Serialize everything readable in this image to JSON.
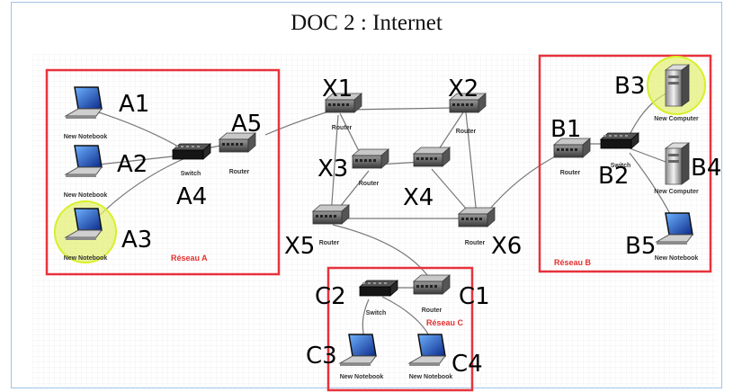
{
  "title": "DOC 2 : Internet",
  "colors": {
    "network_box": "#e8323c",
    "highlight": "#d8f02a",
    "cable": "#777777",
    "frame": "#9ec2e6"
  },
  "networks": {
    "a": "Réseau A",
    "b": "Réseau B",
    "c": "Réseau C"
  },
  "labels": {
    "A1": "A1",
    "A2": "A2",
    "A3": "A3",
    "A4": "A4",
    "A5": "A5",
    "B1": "B1",
    "B2": "B2",
    "B3": "B3",
    "B4": "B4",
    "B5": "B5",
    "C1": "C1",
    "C2": "C2",
    "C3": "C3",
    "C4": "C4",
    "X1": "X1",
    "X2": "X2",
    "X3": "X3",
    "X4": "X4",
    "X5": "X5",
    "X6": "X6"
  },
  "device_text": {
    "notebook": "New Notebook",
    "computer": "New Computer",
    "switch": "Switch",
    "router": "Router"
  }
}
